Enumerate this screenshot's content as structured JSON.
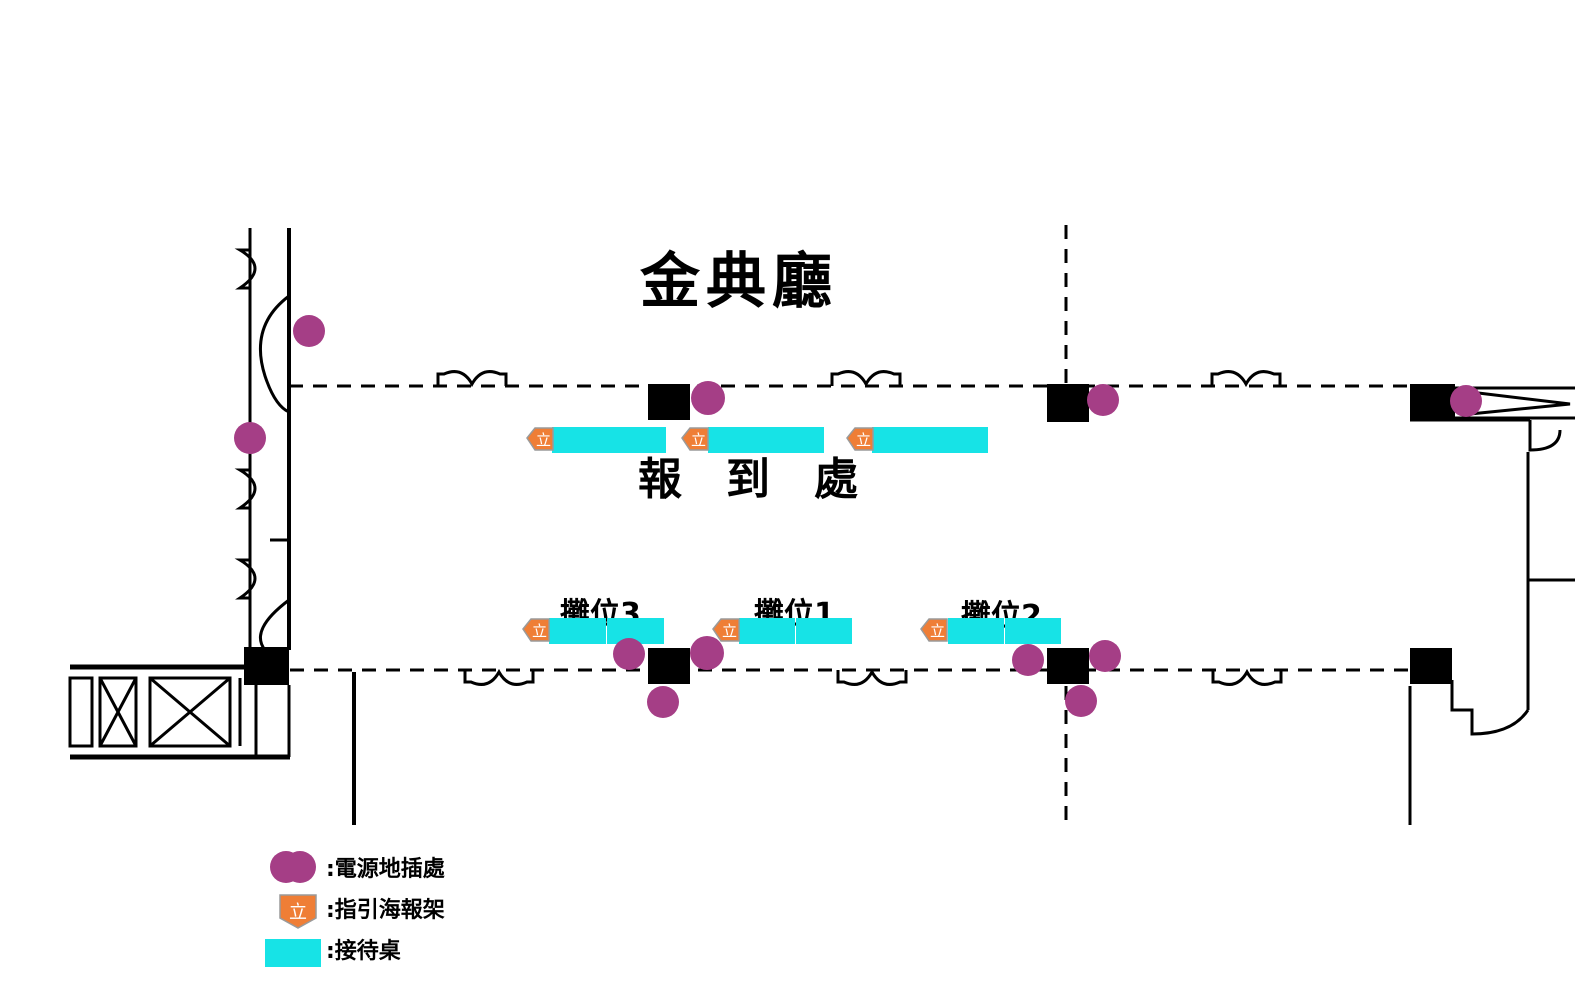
{
  "hall_name": "金典廳",
  "reception_label": "報　到　處",
  "booths": [
    {
      "label": "攤位3"
    },
    {
      "label": "攤位1"
    },
    {
      "label": "攤位2"
    }
  ],
  "legend": {
    "outlet": {
      "label": ":電源地插處",
      "icon": "power-outlet-dot"
    },
    "poster_stand": {
      "label": ":指引海報架",
      "icon": "poster-stand-marker",
      "glyph": "立"
    },
    "desk": {
      "label": ":接待桌",
      "icon": "reception-desk-rect"
    }
  },
  "colors": {
    "outlet": "#a53e86",
    "poster_stand": "#ef7e36",
    "desk": "#17e3e6"
  }
}
